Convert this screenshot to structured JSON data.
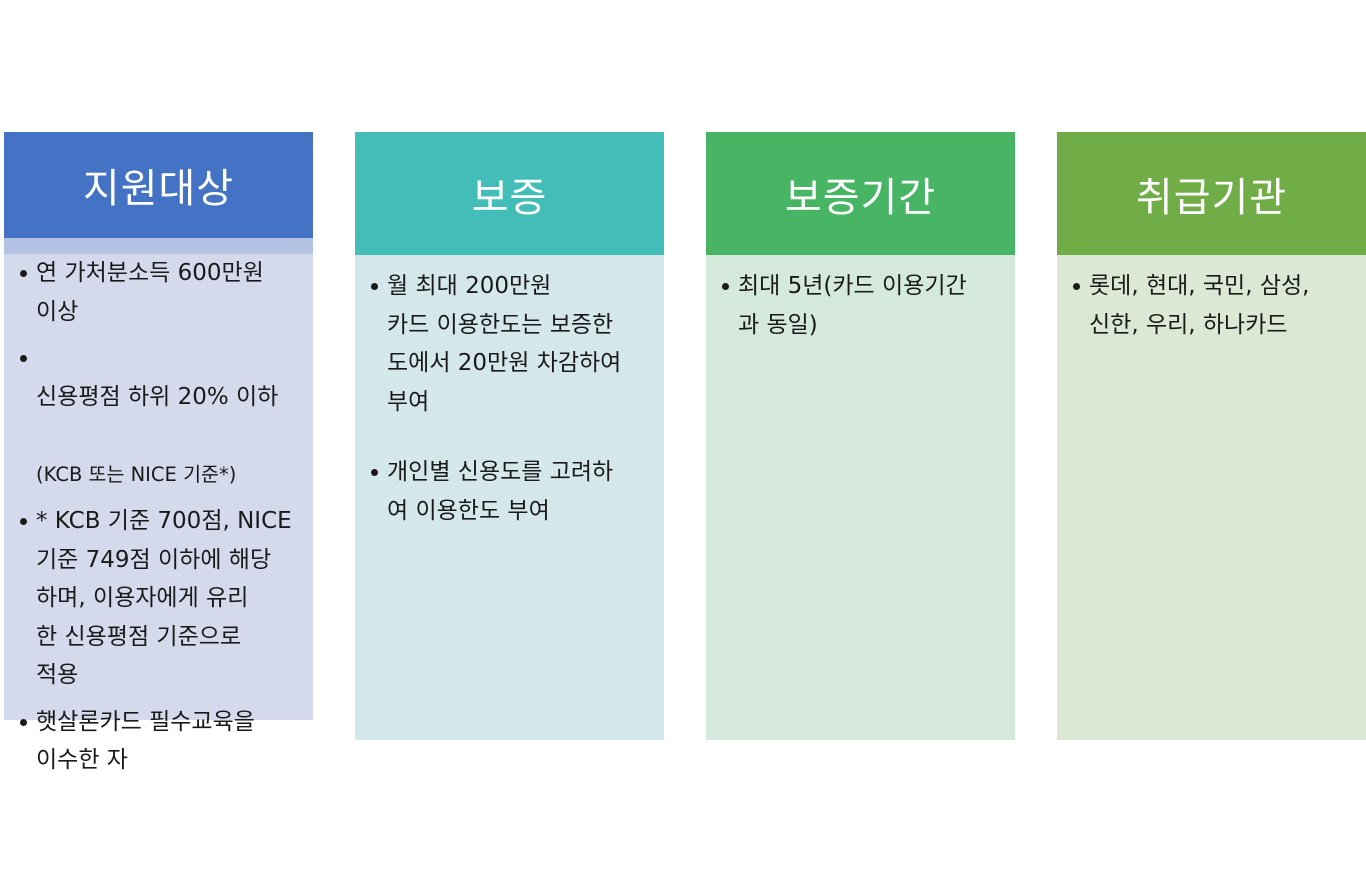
{
  "columns": [
    {
      "title": "지원대상",
      "color": "#4472c4",
      "items": [
        "연 가처분소득 600만원\n이상",
        "신용평점 하위 20% 이하",
        "(KCB 또는 NICE 기준*)",
        "* KCB 기준 700점, NICE\n기준 749점 이하에 해당\n하며, 이용자에게 유리\n한 신용평점 기준으로\n적용",
        "햇살론카드 필수교육을\n이수한 자"
      ]
    },
    {
      "title": "보증",
      "color": "#43bdb8",
      "items": [
        "월 최대 200만원\n카드 이용한도는 보증한\n도에서 20만원 차감하여\n부여",
        "개인별 신용도를 고려하\n여 이용한도 부여"
      ]
    },
    {
      "title": "보증기간",
      "color": "#47b563",
      "items": [
        "최대 5년(카드 이용기간\n과 동일)"
      ]
    },
    {
      "title": "취급기관",
      "color": "#70ad47",
      "items": [
        "롯데, 현대, 국민, 삼성,\n신한, 우리, 하나카드"
      ]
    }
  ]
}
